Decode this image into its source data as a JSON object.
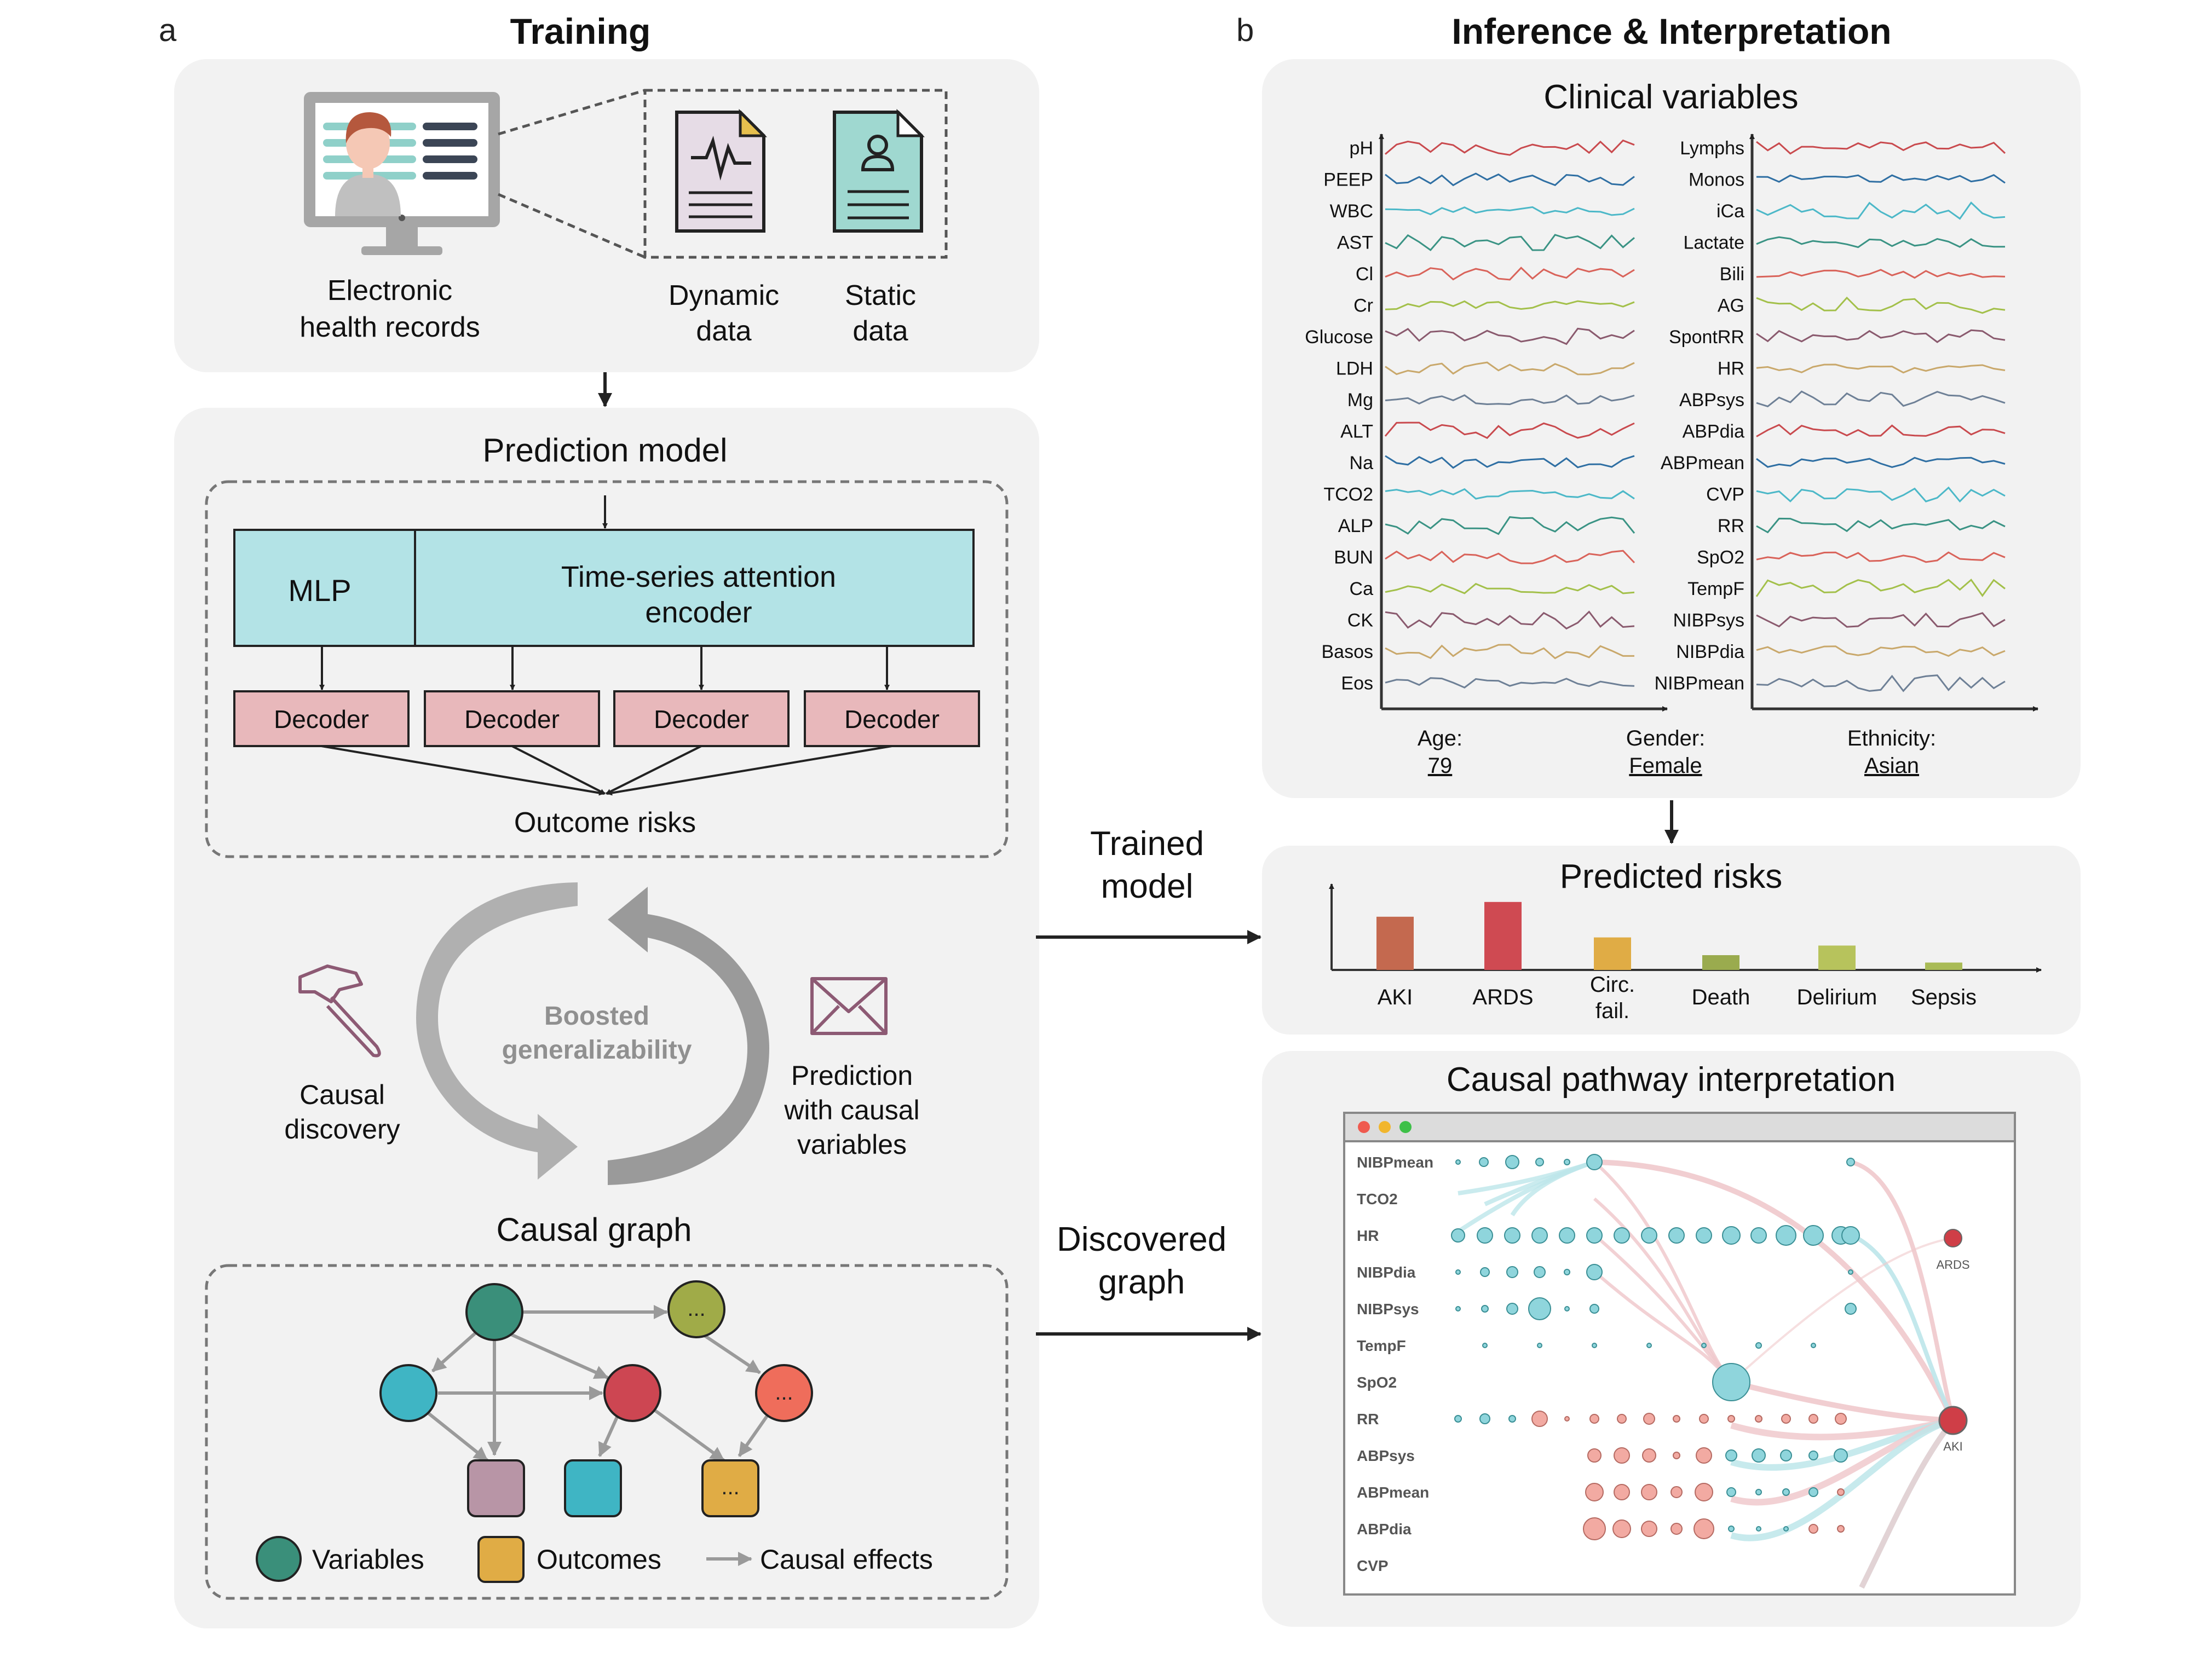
{
  "panel_a": {
    "letter": "a",
    "title": "Training",
    "ehr": {
      "label_line1": "Electronic",
      "label_line2": "health records",
      "dynamic_line1": "Dynamic",
      "dynamic_line2": "data",
      "static_line1": "Static",
      "static_line2": "data"
    },
    "prediction": {
      "title": "Prediction model",
      "mlp": "MLP",
      "encoder_line1": "Time-series attention",
      "encoder_line2": "encoder",
      "decoders": [
        "Decoder",
        "Decoder",
        "Decoder",
        "Decoder"
      ],
      "outcome": "Outcome risks"
    },
    "cycle": {
      "center_line1": "Boosted",
      "center_line2": "generalizability",
      "left_line1": "Causal",
      "left_line2": "discovery",
      "right_line1": "Prediction",
      "right_line2": "with causal",
      "right_line3": "variables"
    },
    "graph": {
      "title": "Causal graph",
      "ellipsis": "...",
      "legend_variables": "Variables",
      "legend_outcomes": "Outcomes",
      "legend_effects": "Causal effects"
    }
  },
  "middle": {
    "trained_line1": "Trained",
    "trained_line2": "model",
    "discovered_line1": "Discovered",
    "discovered_line2": "graph"
  },
  "panel_b": {
    "letter": "b",
    "title": "Inference & Interpretation",
    "clinical": {
      "title": "Clinical variables",
      "left_vars": [
        "pH",
        "PEEP",
        "WBC",
        "AST",
        "Cl",
        "Cr",
        "Glucose",
        "LDH",
        "Mg",
        "ALT",
        "Na",
        "TCO2",
        "ALP",
        "BUN",
        "Ca",
        "CK",
        "Basos",
        "Eos"
      ],
      "right_vars": [
        "Lymphs",
        "Monos",
        "iCa",
        "Lactate",
        "Bili",
        "AG",
        "SpontRR",
        "HR",
        "ABPsys",
        "ABPdia",
        "ABPmean",
        "CVP",
        "RR",
        "SpO2",
        "TempF",
        "NIBPsys",
        "NIBPdia",
        "NIBPmean"
      ],
      "age_label": "Age:",
      "age_value": "79",
      "gender_label": "Gender:",
      "gender_value": "Female",
      "ethnicity_label": "Ethnicity:",
      "ethnicity_value": "Asian"
    },
    "risks": {
      "title": "Predicted risks",
      "circ_line1": "Circ.",
      "circ_line2": "fail."
    },
    "causal": {
      "title": "Causal pathway interpretation",
      "rows": [
        "NIBPmean",
        "TCO2",
        "HR",
        "NIBPdia",
        "NIBPsys",
        "TempF",
        "SpO2",
        "RR",
        "ABPsys",
        "ABPmean",
        "ABPdia",
        "CVP"
      ],
      "ards": "ARDS",
      "aki": "AKI"
    }
  },
  "chart_data": {
    "type": "bar",
    "title": "Predicted risks",
    "categories": [
      "AKI",
      "ARDS",
      "Circ. fail.",
      "Death",
      "Delirium",
      "Sepsis"
    ],
    "values": [
      0.72,
      0.92,
      0.44,
      0.2,
      0.33,
      0.1
    ],
    "colors": [
      "#c4694f",
      "#cf4a52",
      "#e0ac45",
      "#9aab4e",
      "#b7c35c",
      "#a9bb56"
    ],
    "xlabel": "",
    "ylabel": "",
    "ylim": [
      0,
      1.2
    ]
  },
  "colors": {
    "panel_bg": "#f2f2f2",
    "teal_block": "#b3e3e6",
    "decoder": "#e8b8bb",
    "variable_green": "#3a8f7a",
    "outcome_yellow": "#e0ac45"
  }
}
